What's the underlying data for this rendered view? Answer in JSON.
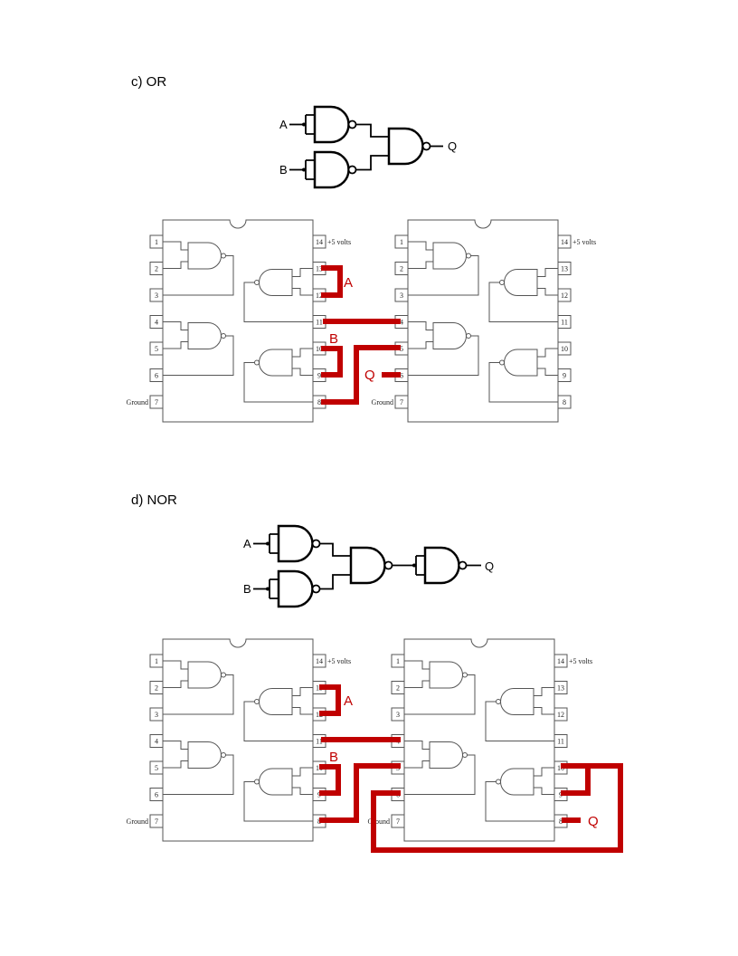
{
  "colors": {
    "wire": "#c00000",
    "chip": "#555555",
    "gate": "#000000"
  },
  "sections": [
    {
      "title": "c)  OR",
      "logic": {
        "input_a": "A",
        "input_b": "B",
        "output": "Q"
      },
      "wiring_labels": {
        "a": "A",
        "b": "B",
        "q": "Q"
      }
    },
    {
      "title": "d)  NOR",
      "logic": {
        "input_a": "A",
        "input_b": "B",
        "output": "Q"
      },
      "wiring_labels": {
        "a": "A",
        "b": "B",
        "q": "Q"
      }
    }
  ],
  "chip": {
    "left_pins": [
      "1",
      "2",
      "3",
      "4",
      "5",
      "6",
      "7"
    ],
    "right_pins": [
      "14",
      "13",
      "12",
      "11",
      "10",
      "9",
      "8"
    ],
    "ground_label": "Ground",
    "vcc_label": "+5 volts"
  }
}
